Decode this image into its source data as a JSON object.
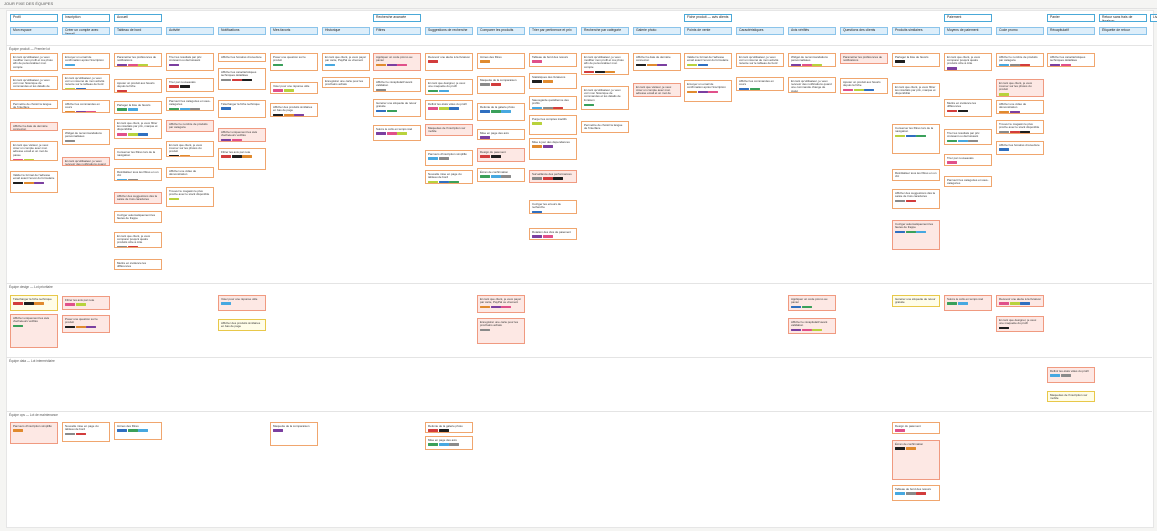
{
  "board": {
    "title": "JOUR FIXE DES ÉQUIPES",
    "swimlanes": [
      "Équipe produit — Premier lot",
      "Équipe design — Lot prioritaire",
      "Équipe data — Lot intermédiaire",
      "Équipe ops — Lot de maintenance"
    ],
    "epics": [
      "Profil",
      "Inscription",
      "Accueil",
      "",
      "",
      "",
      "",
      "Recherche avancée",
      "",
      "",
      "",
      "",
      "",
      "Fiche produit — avis clients",
      "",
      "",
      "",
      "",
      "Paiement",
      "",
      "Panier",
      "Retour sans frais de livraison",
      "Livraison"
    ],
    "features": [
      "Mon espace",
      "Créer un compte avec l'email",
      "Tableau de bord",
      "Activité",
      "Notifications",
      "Mes favoris",
      "Historique",
      "Filtres",
      "Suggestions de recherche",
      "Comparer les produits",
      "Trier par pertinence et prix",
      "Recherche par catégorie",
      "Galerie photo",
      "Points de vente",
      "Caractéristiques",
      "Avis vérifiés",
      "Questions des clients",
      "Produits similaires",
      "Moyens de paiement",
      "Code promo",
      "Récapitulatif",
      "Étiquette de retour",
      "Suivi de colis"
    ],
    "cards": [
      {
        "text": "En tant qu'utilisateur, je veux modifier mon profil et ma photo afin de personnaliser mon compte",
        "color": "white"
      },
      {
        "text": "En tant qu'utilisateur, je veux voir mon historique de commandes et les détails de livraison",
        "color": "white"
      },
      {
        "text": "Permettre de choisir la langue de l'interface",
        "color": "white"
      },
      {
        "text": "Afficher la date de dernière connexion",
        "color": "white"
      },
      {
        "text": "En tant que visiteur, je veux créer un compte avec mon adresse email et un mot de passe",
        "color": "white"
      },
      {
        "text": "Valider le format de l'adresse email avant l'envoi du formulaire",
        "color": "white"
      },
      {
        "text": "Envoyer un email de confirmation après l'inscription",
        "color": "white"
      },
      {
        "text": "En tant qu'utilisateur, je veux voir un résumé de mon activité récente sur le tableau de bord",
        "color": "white"
      },
      {
        "text": "Afficher les commandes en cours",
        "color": "white"
      },
      {
        "text": "Widget de recommandations personnalisées",
        "color": "white"
      },
      {
        "text": "En tant qu'utilisateur, je veux recevoir des notifications quand une commande change de statut",
        "color": "white"
      },
      {
        "text": "Paramétrer les préférences de notifications",
        "color": "white"
      },
      {
        "text": "Ajouter un produit aux favoris depuis la fiche",
        "color": "white"
      },
      {
        "text": "Partager la liste de favoris",
        "color": "white"
      },
      {
        "text": "En tant que client, je veux filtrer les résultats par prix, marque et disponibilité",
        "color": "white"
      },
      {
        "text": "Conserver les filtres lors de la navigation",
        "color": "white"
      },
      {
        "text": "Réinitialiser tous les filtres en un clic",
        "color": "white"
      },
      {
        "text": "Afficher des suggestions dès la saisie de trois caractères",
        "color": "white"
      },
      {
        "text": "Corriger automatiquement les fautes de frappe",
        "color": "white"
      },
      {
        "text": "En tant que client, je veux comparer jusqu'à quatre produits côte à côte",
        "color": "white"
      },
      {
        "text": "Mettre en évidence les différences",
        "color": "white"
      },
      {
        "text": "Trier les résultats par prix croissant ou décroissant",
        "color": "white"
      },
      {
        "text": "Trier par nouveautés",
        "color": "white"
      },
      {
        "text": "Parcourir les catégories et sous-catégories",
        "color": "white"
      },
      {
        "text": "Afficher le nombre de produits par catégorie",
        "color": "white"
      },
      {
        "text": "En tant que client, je veux zoomer sur les photos du produit",
        "color": "white"
      },
      {
        "text": "Afficher une vidéo de démonstration",
        "color": "white"
      },
      {
        "text": "Trouver le magasin le plus proche avec le stock disponible",
        "color": "white"
      },
      {
        "text": "Afficher les horaires d'ouverture",
        "color": "white"
      },
      {
        "text": "Afficher les caractéristiques techniques détaillées",
        "color": "white"
      },
      {
        "text": "Télécharger la fiche technique",
        "color": "white"
      },
      {
        "text": "Afficher uniquement les avis d'acheteurs vérifiés",
        "color": "white"
      },
      {
        "text": "Filtrer les avis par note",
        "color": "white"
      },
      {
        "text": "Poser une question sur le produit",
        "color": "white"
      },
      {
        "text": "Voter pour une réponse utile",
        "color": "white"
      },
      {
        "text": "Afficher des produits similaires en bas de page",
        "color": "white"
      },
      {
        "text": "En tant que client, je veux payer par carte, PayPal ou virement",
        "color": "white"
      },
      {
        "text": "Enregistrer une carte pour les prochains achats",
        "color": "white"
      },
      {
        "text": "Appliquer un code promo au panier",
        "color": "white"
      },
      {
        "text": "Afficher le récapitulatif avant validation",
        "color": "white"
      },
      {
        "text": "Générer une étiquette de retour gratuite",
        "color": "white"
      },
      {
        "text": "Suivre le colis en temps réel",
        "color": "white"
      },
      {
        "text": "Recevoir une alerte à la livraison",
        "color": "white"
      },
      {
        "text": "En tant que designer, je veux une maquette du profil",
        "color": "pink"
      },
      {
        "text": "Définir les états vides du profil",
        "color": "pink"
      },
      {
        "text": "Maquettes de l'inscription sur mobile",
        "color": "pink"
      },
      {
        "text": "Parcours d'inscription simplifié",
        "color": "white"
      },
      {
        "text": "Nouvelle mise en page du tableau de bord",
        "color": "pink"
      },
      {
        "text": "Icônes des filtres",
        "color": "pink"
      },
      {
        "text": "Maquette de la comparaison",
        "color": "pink"
      },
      {
        "text": "Refonte de la galerie photo",
        "color": "yellow"
      },
      {
        "text": "Mise en page des avis",
        "color": "yellow"
      },
      {
        "text": "Design du paiement",
        "color": "yellow"
      },
      {
        "text": "Écran de confirmation",
        "color": "yellow"
      },
      {
        "text": "Tableau de bord des retours",
        "color": "pink"
      },
      {
        "text": "Statistiques des livraisons",
        "color": "pink"
      },
      {
        "text": "Sauvegarde quotidienne des profils",
        "color": "pink"
      },
      {
        "text": "Purger les comptes inactifs",
        "color": "pink"
      },
      {
        "text": "Mise à jour des dépendances",
        "color": "pink"
      },
      {
        "text": "Surveillance des performances",
        "color": "white"
      },
      {
        "text": "Corriger les erreurs de recherche",
        "color": "white"
      },
      {
        "text": "Rotation des clés de paiement",
        "color": "white"
      }
    ]
  }
}
